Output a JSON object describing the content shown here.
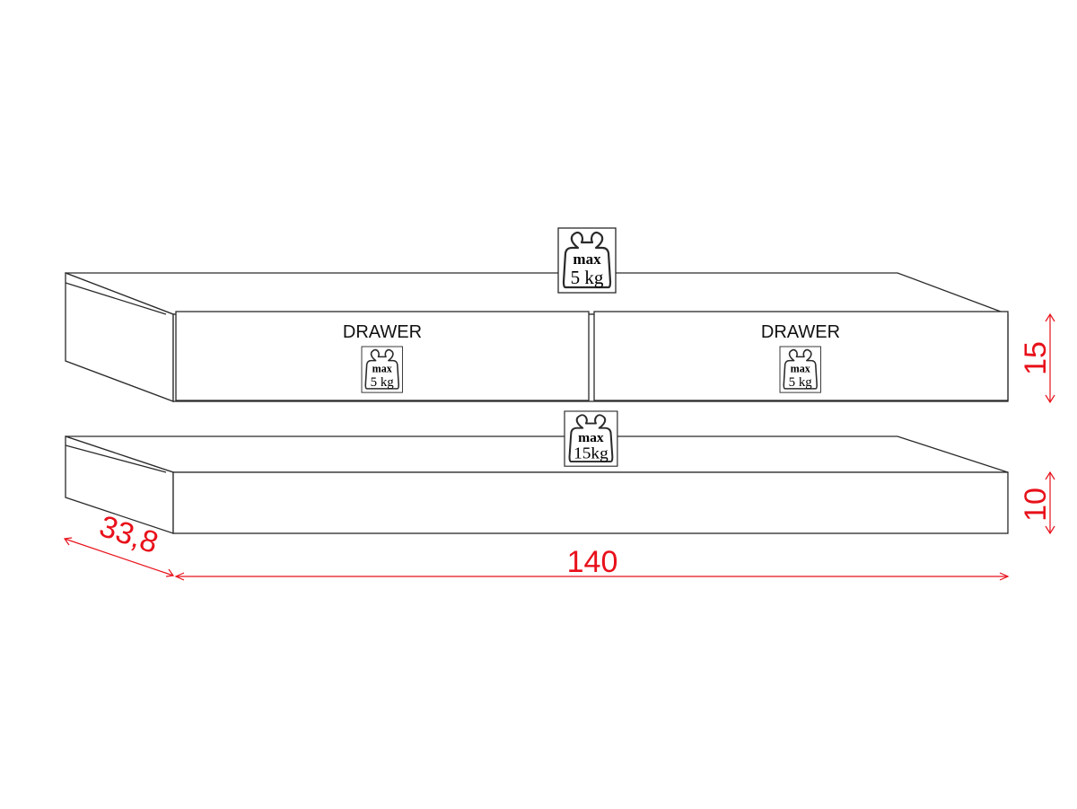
{
  "shelves": {
    "top": {
      "load_badge": {
        "line1": "max",
        "line2": "5 kg"
      },
      "drawers": [
        {
          "label": "DRAWER",
          "load_badge": {
            "line1": "max",
            "line2": "5 kg"
          }
        },
        {
          "label": "DRAWER",
          "load_badge": {
            "line1": "max",
            "line2": "5 kg"
          }
        }
      ]
    },
    "bottom": {
      "load_badge": {
        "line1": "max",
        "line2": "15kg"
      }
    }
  },
  "dimensions": {
    "depth": "33,8",
    "width": "140",
    "top_height": "15",
    "bottom_height": "10"
  },
  "colors": {
    "outline": "#2a2a2a",
    "dimension": "#e8101a"
  },
  "icons": [
    "weight-icon"
  ]
}
